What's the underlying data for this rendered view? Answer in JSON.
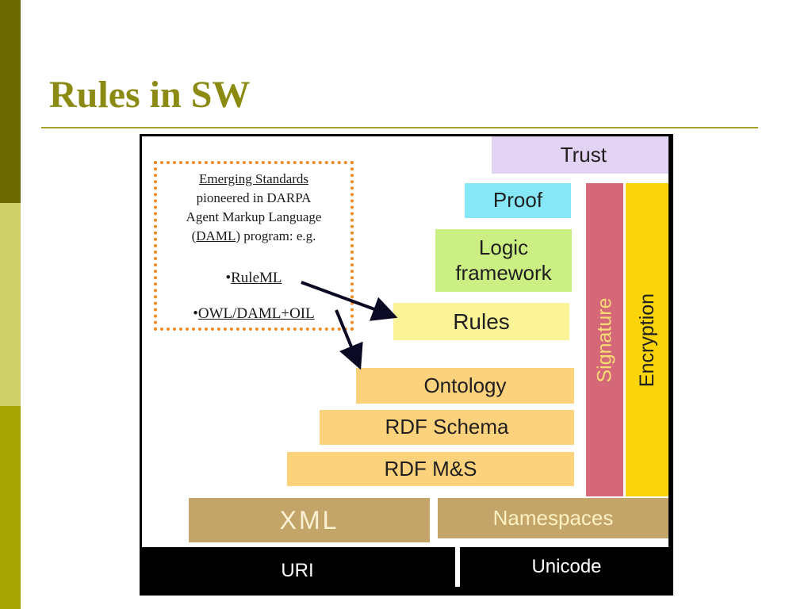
{
  "slide": {
    "title": "Rules in SW",
    "colors": {
      "title": "#8b8a12",
      "rule": "#a5a22a",
      "bar_dark": "#6b6a00",
      "bar_light": "#cfcf6a",
      "bar_mid": "#a5a400"
    }
  },
  "note": {
    "heading": "Emerging Standards",
    "line2": "pioneered in DARPA",
    "line3": "Agent Markup Language",
    "daml_open": "(",
    "daml": "DAML",
    "daml_rest": ") program: e.g.",
    "bullet": "•",
    "item1": "RuleML",
    "item2": "OWL/DAML+OIL"
  },
  "layers": {
    "trust": "Trust",
    "proof": "Proof",
    "logic_line1": "Logic",
    "logic_line2": "framework",
    "rules": "Rules",
    "ontology": "Ontology",
    "rdf_schema": "RDF Schema",
    "rdf_ms": "RDF M&S",
    "xml": "XML",
    "namespaces": "Namespaces",
    "uri": "URI",
    "unicode": "Unicode",
    "signature": "Signature",
    "encryption": "Encryption"
  },
  "layer_colors": {
    "trust": "#e3d3f3",
    "proof": "#86e8f7",
    "logic": "#ccef83",
    "rules": "#fbf398",
    "rdf": "#fdd27d",
    "xml": "#c3a56a",
    "signature": "#d56878",
    "encryption": "#fbd40a",
    "signature_text": "#f7dc73",
    "namespaces_text": "#fdf1c2",
    "xml_text": "#fdf1d4"
  }
}
